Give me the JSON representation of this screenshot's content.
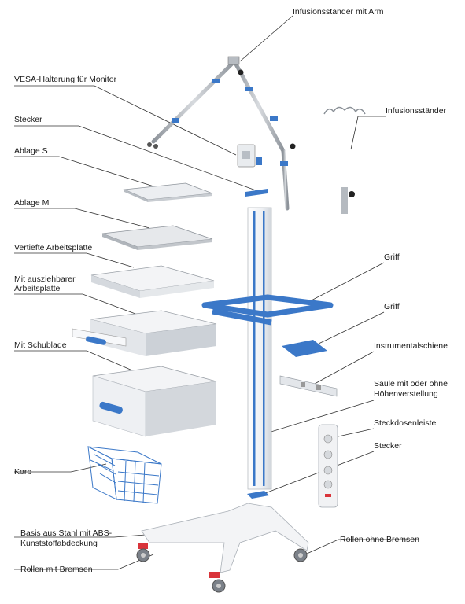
{
  "labels": {
    "infusion_arm": "Infusionsständer mit Arm",
    "vesa": "VESA-Halterung für Monitor",
    "plug_top": "Stecker",
    "infusion_stand": "Infusionsständer",
    "shelf_s": "Ablage S",
    "shelf_m": "Ablage M",
    "recessed_worktop": "Vertiefte Arbeitsplatte",
    "pullout_worktop_1": "Mit ausziehbarer",
    "pullout_worktop_2": "Arbeitsplatte",
    "handle_1": "Griff",
    "handle_2": "Griff",
    "drawer": "Mit Schublade",
    "instrument_rail": "Instrumentalschiene",
    "column_1": "Säule mit oder ohne",
    "column_2": "Höhenverstellung",
    "power_strip": "Steckdosenleiste",
    "plug_bottom": "Stecker",
    "basket": "Korb",
    "base_1": "Basis aus Stahl mit ABS-",
    "base_2": "Kunststoffabdeckung",
    "casters_brakes": "Rollen mit Bremsen",
    "casters_no_brakes": "Rollen ohne Bremsen"
  },
  "colors": {
    "accent_blue": "#3b78c8",
    "panel_white": "#f4f5f7",
    "panel_shade": "#d9dde3",
    "steel": "#a9aeb5",
    "leader": "#333333",
    "red": "#d9343a"
  }
}
